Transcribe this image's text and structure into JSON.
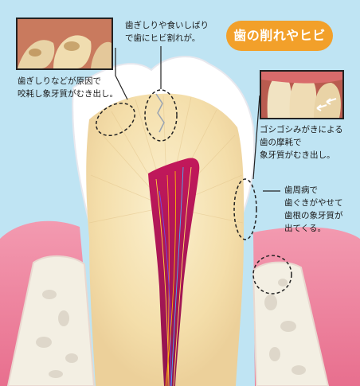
{
  "title": "歯の削れやヒビ",
  "callouts": {
    "crack": [
      "歯ぎしりや食いしばり",
      "で歯にヒビ割れが。"
    ],
    "attrition": [
      "歯ぎしりなどが原因で",
      "咬耗し象牙質がむき出し。"
    ],
    "abrasion": [
      "ゴシゴシみがきによる",
      "歯の摩耗で",
      "象牙質がむき出し。"
    ],
    "recession": [
      "歯周病で",
      "歯ぐきがやせて",
      "歯根の象牙質が",
      "出てくる。"
    ]
  },
  "colors": {
    "background": "#bfe4f3",
    "badge": "#f2a02a",
    "gum": "#ef8fa6",
    "dentin": "#f6e4b8",
    "enamel": "#ffffff",
    "pulp_nerves": "#c2185b",
    "bone": "#f2efe6"
  }
}
